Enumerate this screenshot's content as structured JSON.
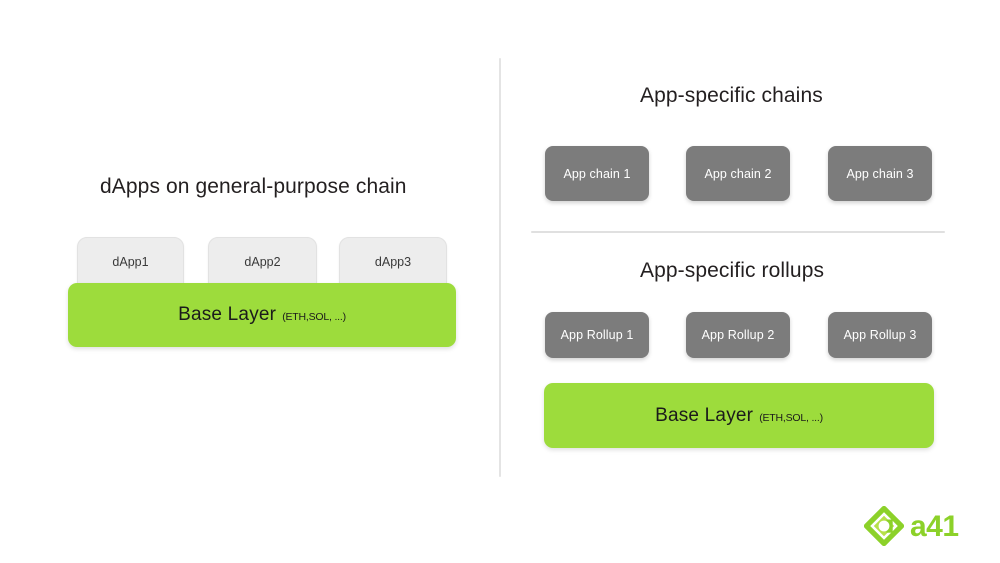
{
  "slide": {
    "background_color": "#ffffff",
    "accent_green": "#9ddc3c",
    "box_gray": "#7c7c7c",
    "card_gray": "#ededed",
    "text_dark": "#231f20",
    "logo_green": "#8cd129"
  },
  "left_panel": {
    "heading": "dApps on general-purpose chain",
    "dapps": [
      {
        "label": "dApp1"
      },
      {
        "label": "dApp2"
      },
      {
        "label": "dApp3"
      }
    ],
    "base_layer": {
      "title": "Base Layer",
      "subtitle": "(ETH,SOL, ...)"
    }
  },
  "right_panel": {
    "chains_section": {
      "heading": "App-specific chains",
      "boxes": [
        {
          "label": "App chain 1"
        },
        {
          "label": "App chain 2"
        },
        {
          "label": "App chain 3"
        }
      ]
    },
    "rollups_section": {
      "heading": "App-specific rollups",
      "boxes": [
        {
          "label": "App Rollup 1"
        },
        {
          "label": "App Rollup 2"
        },
        {
          "label": "App Rollup 3"
        }
      ],
      "base_layer": {
        "title": "Base Layer",
        "subtitle": "(ETH,SOL, ...)"
      }
    }
  },
  "branding": {
    "wordmark": "a41",
    "mark_icon": "a41-diamond-logo-icon"
  }
}
